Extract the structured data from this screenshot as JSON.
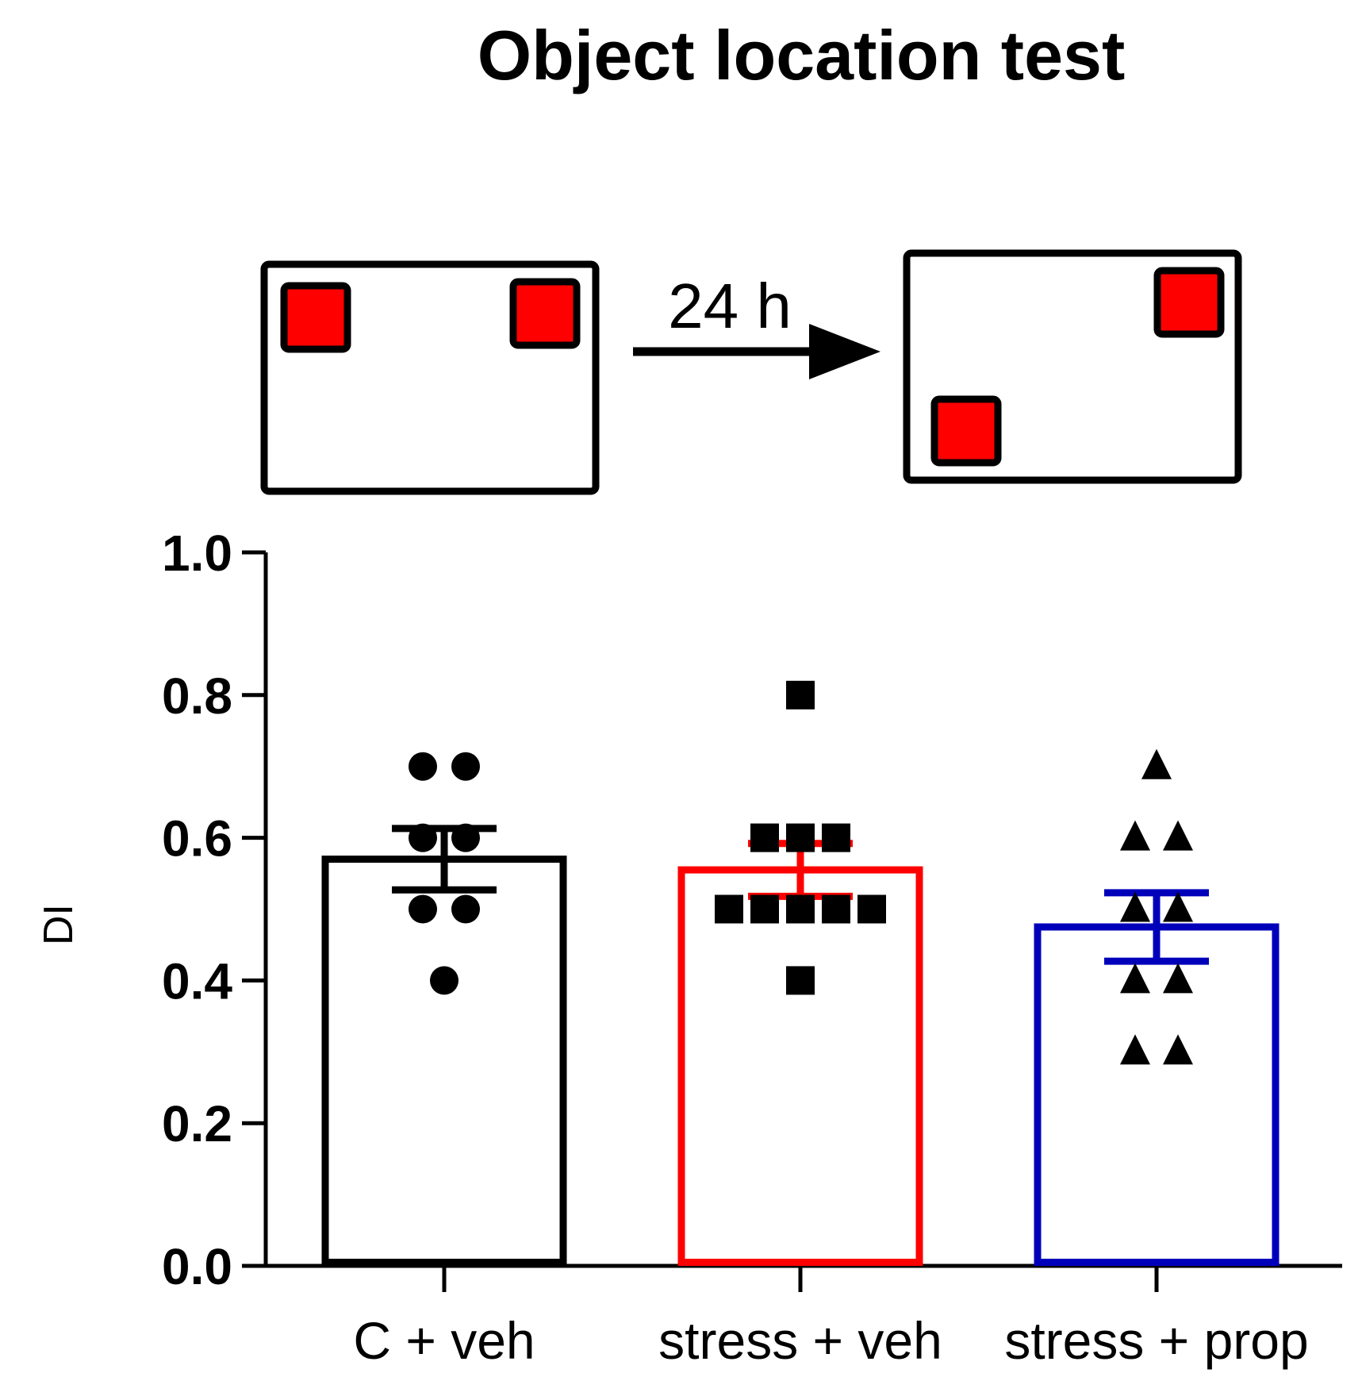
{
  "chart_data": {
    "type": "bar",
    "title": "Object location test",
    "ylabel": "DI",
    "xlabel": "",
    "ylim": [
      0,
      1.0
    ],
    "yticks": [
      "0.0",
      "0.2",
      "0.4",
      "0.6",
      "0.8",
      "1.0"
    ],
    "categories": [
      "C + veh",
      "stress + veh",
      "stress + prop"
    ],
    "values": [
      0.57,
      0.555,
      0.475
    ],
    "sem": [
      0.043,
      0.037,
      0.048
    ],
    "colors": [
      "#000000",
      "#ff0000",
      "#0000bb"
    ],
    "markers": [
      "circle",
      "square",
      "triangle"
    ],
    "points": [
      [
        0.7,
        0.7,
        0.6,
        0.6,
        0.5,
        0.5,
        0.4
      ],
      [
        0.8,
        0.6,
        0.6,
        0.6,
        0.5,
        0.5,
        0.5,
        0.5,
        0.5,
        0.4
      ],
      [
        0.7,
        0.6,
        0.6,
        0.5,
        0.5,
        0.4,
        0.4,
        0.3,
        0.3
      ]
    ],
    "grid": false,
    "legend": "none"
  },
  "schematic": {
    "interval_label": "24 h",
    "object_color": "#ff0000"
  }
}
